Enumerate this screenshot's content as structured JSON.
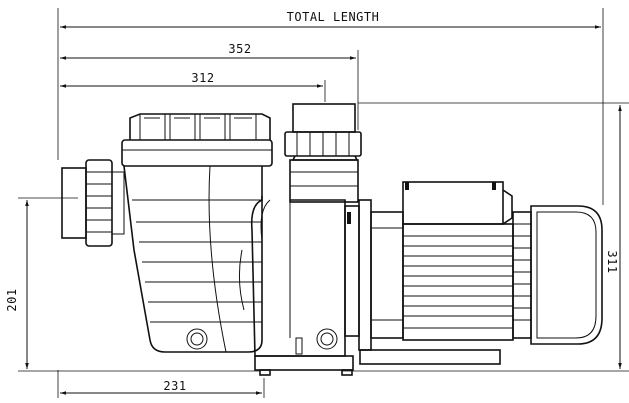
{
  "dimensions": {
    "total_length": "TOTAL LENGTH",
    "length_352": "352",
    "length_312": "312",
    "height_311": "311",
    "height_201": "201",
    "length_231": "231"
  },
  "colors": {
    "line": "#111111",
    "background": "#ffffff"
  }
}
